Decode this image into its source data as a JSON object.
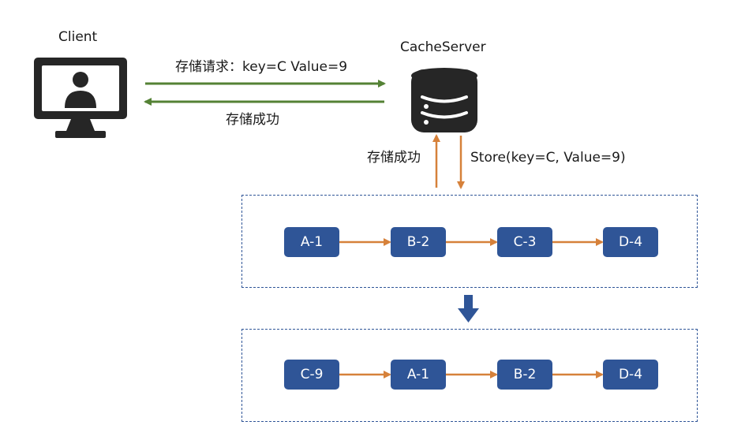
{
  "client": {
    "label": "Client"
  },
  "server": {
    "label": "CacheServer"
  },
  "messages": {
    "request": "存储请求：key=C  Value=9",
    "client_response": "存储成功",
    "store_call": "Store(key=C, Value=9)",
    "store_response": "存储成功"
  },
  "before_list": [
    "A-1",
    "B-2",
    "C-3",
    "D-4"
  ],
  "after_list": [
    "C-9",
    "A-1",
    "B-2",
    "D-4"
  ],
  "colors": {
    "green_arrow": "#548235",
    "orange_arrow": "#d6813a",
    "node_fill": "#2f5597",
    "dashed_border": "#2f5597",
    "down_arrow": "#2f5597"
  }
}
